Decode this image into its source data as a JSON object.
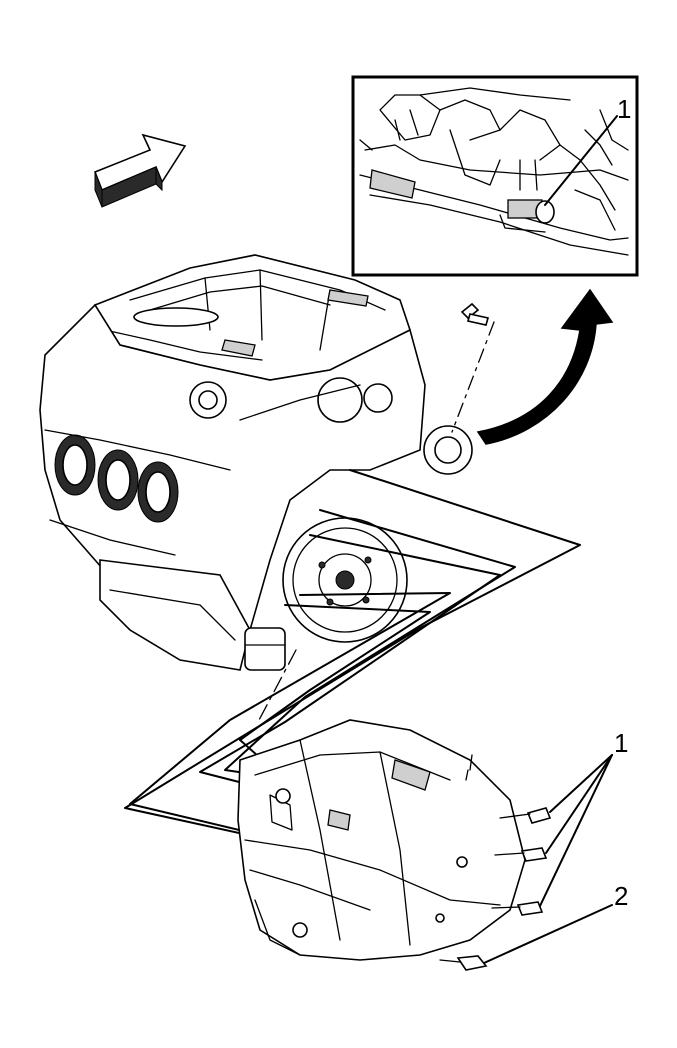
{
  "callouts": {
    "inset": "1",
    "bolts": "1",
    "bolt_lower": "2"
  },
  "colors": {
    "line": "#000000",
    "background": "#ffffff",
    "shade": "#cfcfcf"
  },
  "icons": [
    "direction-arrow-icon",
    "curved-arrow-icon",
    "bolt-icon"
  ]
}
